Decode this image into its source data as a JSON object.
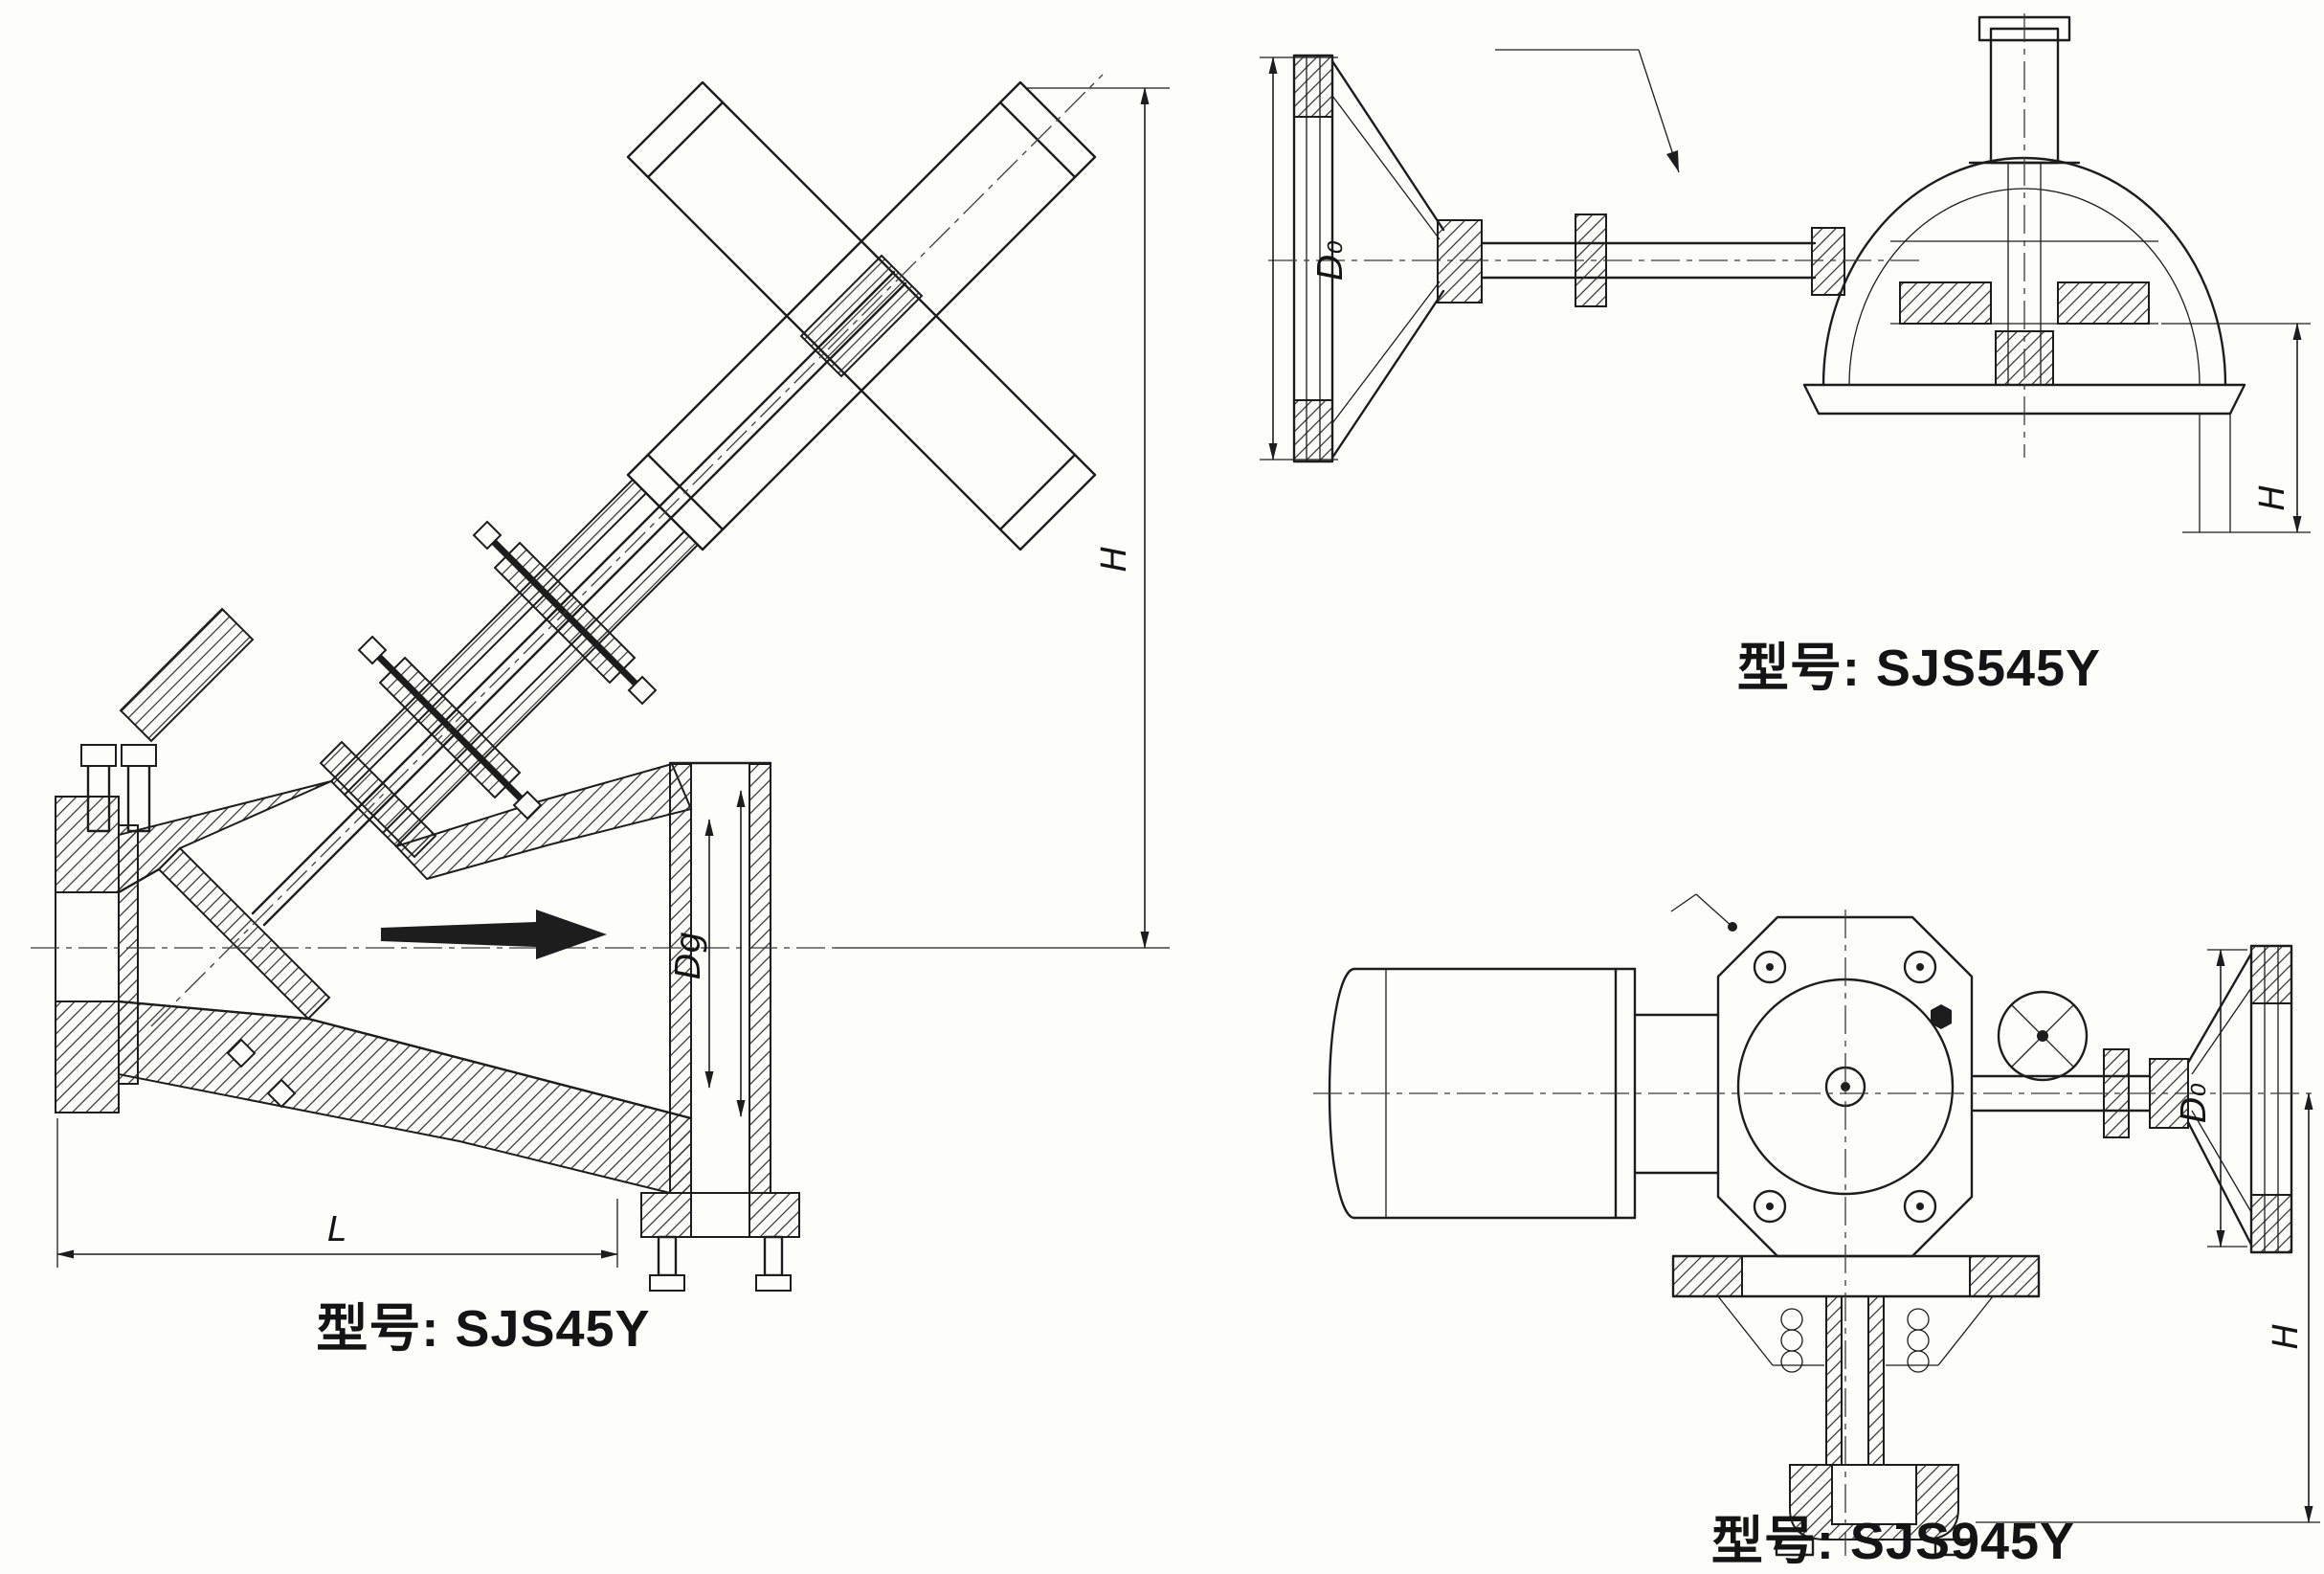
{
  "document": {
    "background": "#fdfdfa",
    "ink": "#1d1d1d"
  },
  "figures": {
    "sjs45y": {
      "model_label": "型号: SJS45Y",
      "dim_height": "H",
      "dim_length": "L",
      "dim_bore": "Dg"
    },
    "sjs545y": {
      "model_label": "型号: SJS545Y",
      "dim_handwheel": "D₀",
      "dim_height": "H"
    },
    "sjs945y": {
      "model_label": "型号: SJS945Y",
      "dim_handwheel": "D₀",
      "dim_height": "H"
    }
  }
}
